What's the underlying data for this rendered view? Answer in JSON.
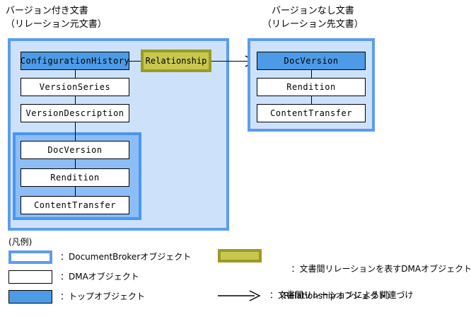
{
  "headers": {
    "left": "バージョン付き文書\n（リレーション元文書）",
    "right": "バージョンなし文書\n（リレーション先文書）"
  },
  "left_panel": {
    "boxes": [
      {
        "label": "ConfigurationHistory",
        "kind": "top-object"
      },
      {
        "label": "VersionSeries",
        "kind": "dma-object"
      },
      {
        "label": "VersionDescription",
        "kind": "dma-object"
      }
    ],
    "nested_panel": {
      "boxes": [
        {
          "label": "DocVersion",
          "kind": "dma-object"
        },
        {
          "label": "Rendition",
          "kind": "dma-object"
        },
        {
          "label": "ContentTransfer",
          "kind": "dma-object"
        }
      ]
    }
  },
  "relationship": {
    "label": "Relationship"
  },
  "right_panel": {
    "boxes": [
      {
        "label": "DocVersion",
        "kind": "top-object"
      },
      {
        "label": "Rendition",
        "kind": "dma-object"
      },
      {
        "label": "ContentTransfer",
        "kind": "dma-object"
      }
    ]
  },
  "legend": {
    "title": "(凡例)",
    "items": [
      {
        "swatch": "documentbroker-object",
        "text": "：DocumentBrokerオブジェクト"
      },
      {
        "swatch": "dma-object",
        "text": "：DMAオブジェクト"
      },
      {
        "swatch": "top-object",
        "text": "：トップオブジェクト"
      },
      {
        "swatch": "relationship-object",
        "text": "：文書間リレーションを表すDMAオブジェクト",
        "text2": "（Relationshipオブジェクト）"
      },
      {
        "swatch": "arrow",
        "text": "：文書間リレーションによる関連づけ"
      }
    ]
  },
  "colors": {
    "panel_fill": "#cde2fa",
    "panel_border": "#5d9cec",
    "nested_fill": "#8cbdf7",
    "nested_border": "#4a96ee",
    "top_object_fill": "#4d9be6",
    "relationship_fill": "#c8c84f",
    "relationship_border": "#9a9a28",
    "line": "#000000",
    "box_fill": "#ffffff"
  }
}
